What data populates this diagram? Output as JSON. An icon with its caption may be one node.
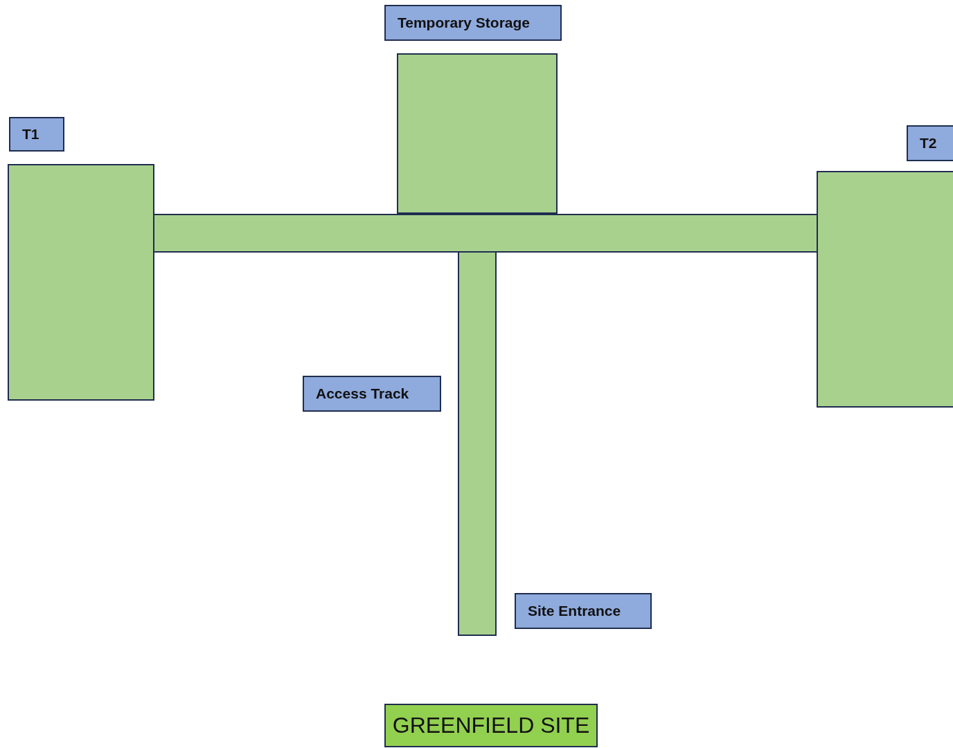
{
  "diagram": {
    "nodes": [
      {
        "text": [
          "Temporary Storage"
        ]
      },
      {
        "text": [],
        "shape": "box"
      },
      {
        "text": [
          "T1"
        ]
      },
      {
        "text": [
          "T2"
        ]
      },
      {
        "text": [],
        "shape": "box"
      },
      {
        "text": [],
        "shape": "box"
      },
      {
        "text": [],
        "shape": "box"
      },
      {
        "text": [
          "Access Track"
        ]
      },
      {
        "text": [],
        "shape": "box"
      },
      {
        "text": [
          "Site Entrance"
        ]
      },
      {
        "text": [
          "GREENFIELD SITE"
        ]
      }
    ]
  }
}
